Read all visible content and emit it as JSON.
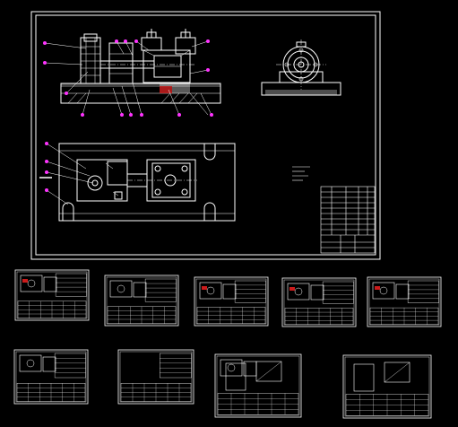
{
  "drawing": {
    "background": "#000000",
    "line_color": "#ffffff",
    "callout_color": "#ff33ff",
    "accent_color": "#ff2222",
    "main_sheet": {
      "views": [
        "front-section-view",
        "side-view",
        "top-view",
        "title-block"
      ]
    },
    "thumbnail_sheets": [
      {
        "id": "sheet-1"
      },
      {
        "id": "sheet-2"
      },
      {
        "id": "sheet-3"
      },
      {
        "id": "sheet-4"
      },
      {
        "id": "sheet-5"
      },
      {
        "id": "sheet-6"
      },
      {
        "id": "sheet-7"
      },
      {
        "id": "sheet-8"
      },
      {
        "id": "sheet-9"
      }
    ]
  }
}
